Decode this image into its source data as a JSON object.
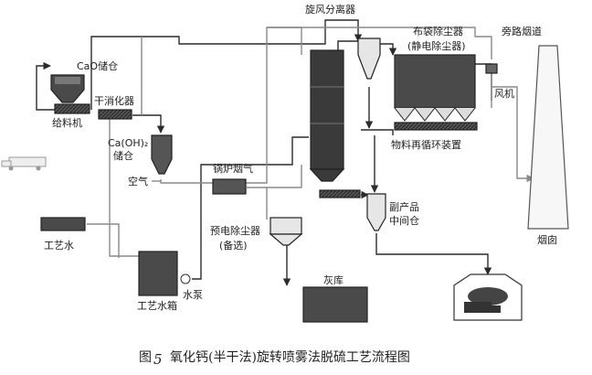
{
  "labels": {
    "cao_silo": "CaO储仓",
    "feeder": "给料机",
    "dry_slaker": "干消化器",
    "caoh2_silo_1": "Ca(OH)₂",
    "caoh2_silo_2": "储仓",
    "air": "空气",
    "cyclone": "旋风分离器",
    "baghouse_1": "布袋除尘器",
    "baghouse_2": "(静电除尘器)",
    "bypass_flue": "旁路烟道",
    "fan": "风机",
    "recirc": "物料再循环装置",
    "boiler_flue_gas": "锅炉烟气",
    "byproduct_1": "副产品",
    "byproduct_2": "中间仓",
    "chimney": "烟囱",
    "process_water": "工艺水",
    "pre_esp_1": "预电除尘器",
    "pre_esp_2": "(备选)",
    "ash_storage": "灰库",
    "water_tank": "工艺水箱",
    "water_pump": "水泵"
  },
  "caption": {
    "prefix": "图",
    "number": "5",
    "title": "氧化钙(半干法)旋转喷雾法脱硫工艺流程图"
  }
}
